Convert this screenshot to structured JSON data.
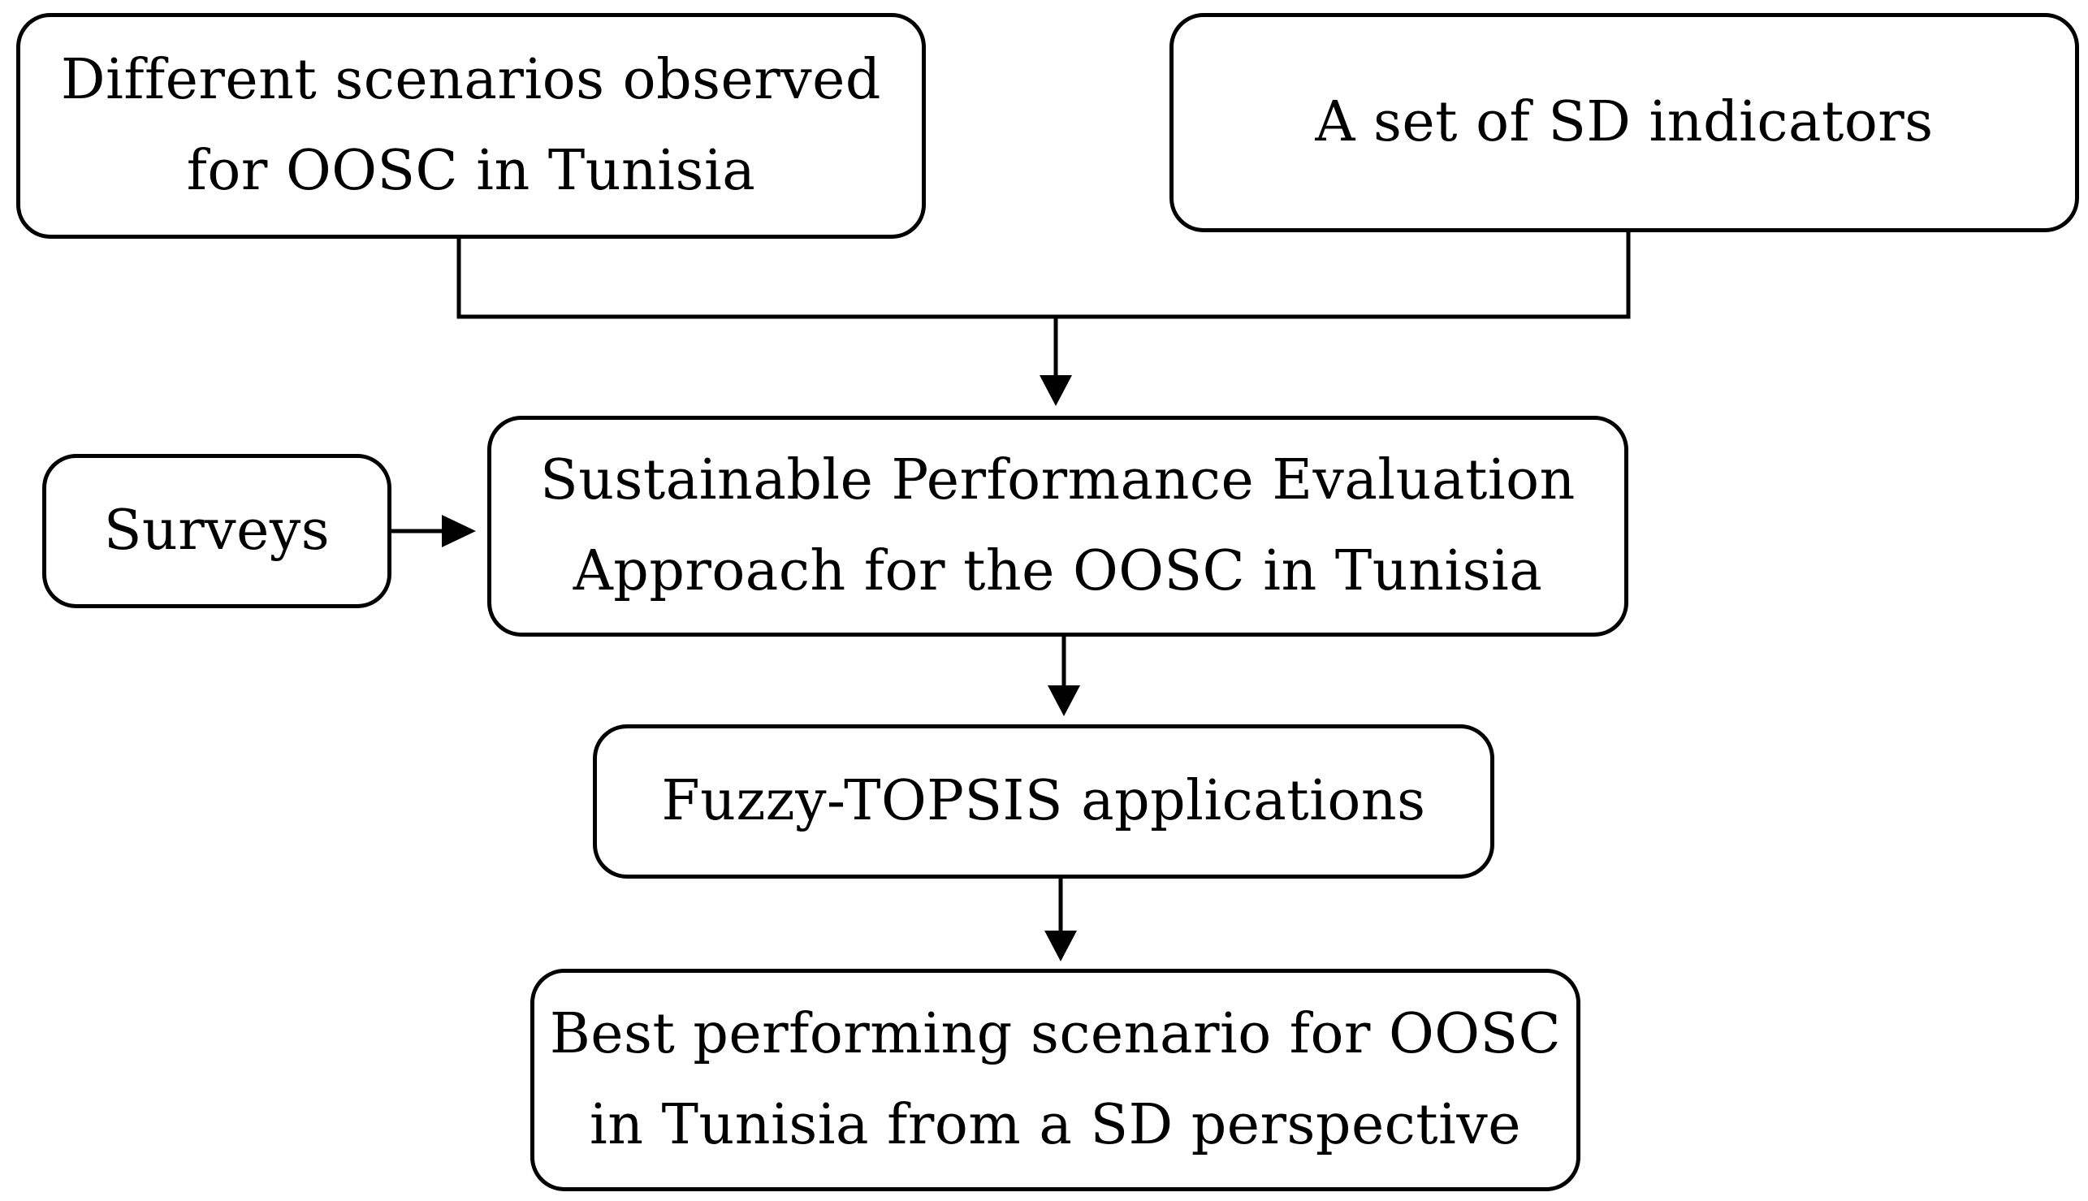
{
  "nodes": {
    "scenarios": {
      "lines": [
        "Different scenarios observed",
        "for OOSC in Tunisia"
      ]
    },
    "indicators": {
      "lines": [
        "A set of SD indicators"
      ]
    },
    "surveys": {
      "lines": [
        "Surveys"
      ]
    },
    "approach": {
      "lines": [
        "Sustainable Performance Evaluation",
        "Approach for the OOSC in Tunisia"
      ]
    },
    "fuzzy": {
      "lines": [
        "Fuzzy-TOPSIS applications"
      ]
    },
    "best": {
      "lines": [
        "Best performing scenario for OOSC",
        "in Tunisia from a SD perspective"
      ]
    }
  },
  "edges": [
    {
      "from": "scenarios",
      "to": "approach"
    },
    {
      "from": "indicators",
      "to": "approach"
    },
    {
      "from": "surveys",
      "to": "approach"
    },
    {
      "from": "approach",
      "to": "fuzzy"
    },
    {
      "from": "fuzzy",
      "to": "best"
    }
  ],
  "colors": {
    "stroke": "#000000",
    "background": "#ffffff"
  }
}
